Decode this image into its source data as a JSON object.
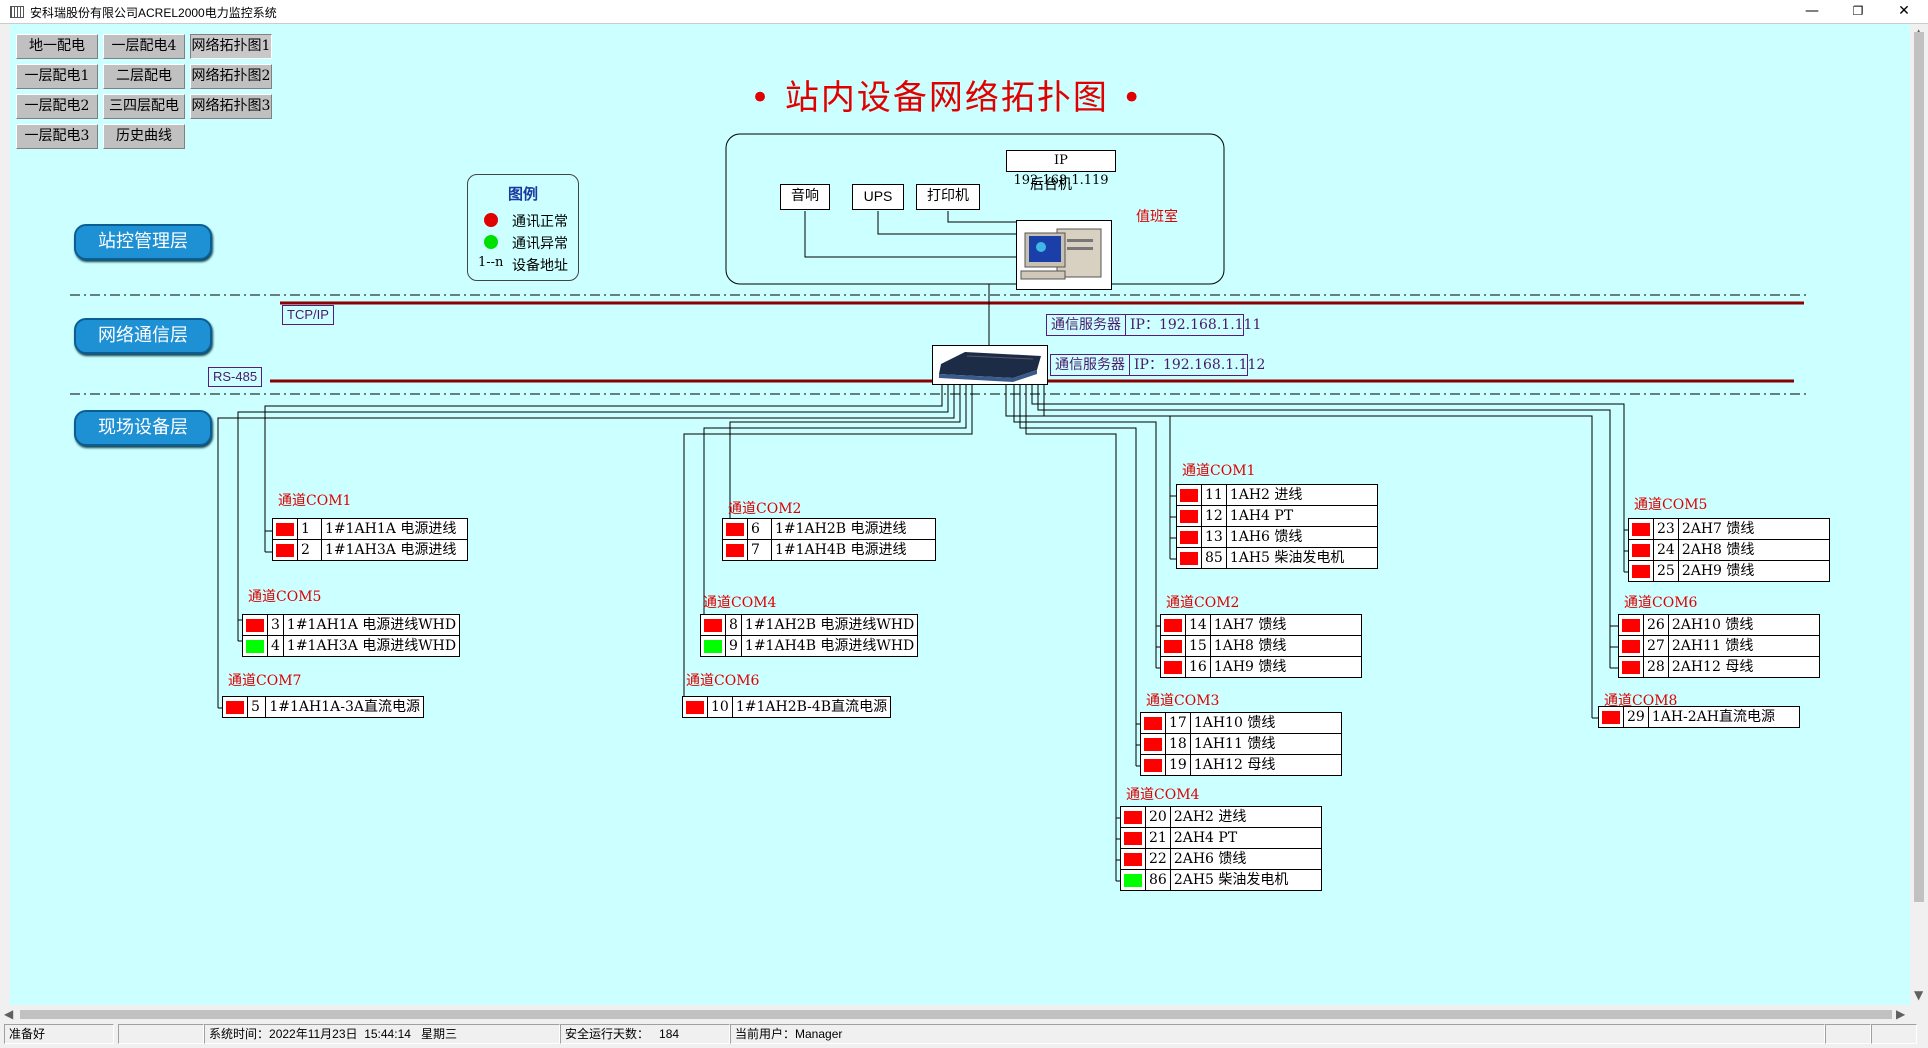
{
  "window": {
    "title": "安科瑞股份有限公司ACREL2000电力监控系统",
    "minimize": "—",
    "restore": "❐",
    "close": "✕"
  },
  "nav": [
    {
      "label": "地一配电",
      "active": false
    },
    {
      "label": "一层配电4",
      "active": false
    },
    {
      "label": "网络拓扑图1",
      "active": true
    },
    {
      "label": "一层配电1",
      "active": false
    },
    {
      "label": "二层配电",
      "active": false
    },
    {
      "label": "网络拓扑图2",
      "active": false
    },
    {
      "label": "一层配电2",
      "active": false
    },
    {
      "label": "三四层配电",
      "active": false
    },
    {
      "label": "网络拓扑图3",
      "active": false
    },
    {
      "label": "一层配电3",
      "active": false
    },
    {
      "label": "历史曲线",
      "active": false
    }
  ],
  "page_title": "• 站内设备网络拓扑图 •",
  "layers": {
    "station": "站控管理层",
    "network": "网络通信层",
    "field": "现场设备层"
  },
  "legend": {
    "title": "图例",
    "normal": "通讯正常",
    "abnormal": "通讯异常",
    "address_symbol": "1--n",
    "address": "设备地址"
  },
  "colors": {
    "normal": "#ff0000",
    "abnormal": "#00ff00",
    "bus": "#8b0000"
  },
  "control_room": {
    "speaker": "音响",
    "ups": "UPS",
    "printer": "打印机",
    "ip": "IP 192.168.1.119",
    "backend": "后台机",
    "duty_room": "值班室"
  },
  "protocols": {
    "tcpip": "TCP/IP",
    "rs485": "RS-485"
  },
  "servers": [
    {
      "name": "通信服务器",
      "ip": "IP：192.168.1.111"
    },
    {
      "name": "通信服务器",
      "ip": "IP：192.168.1.112"
    }
  ],
  "channels": [
    {
      "label": "通道COM1",
      "rows": [
        {
          "addr": "1",
          "name": "1#1AH1A 电源进线",
          "status": "normal"
        },
        {
          "addr": "2",
          "name": "1#1AH3A 电源进线",
          "status": "normal"
        }
      ]
    },
    {
      "label": "通道COM5",
      "rows": [
        {
          "addr": "3",
          "name": "1#1AH1A 电源进线WHD",
          "status": "normal"
        },
        {
          "addr": "4",
          "name": "1#1AH3A 电源进线WHD",
          "status": "abnormal"
        }
      ]
    },
    {
      "label": "通道COM7",
      "rows": [
        {
          "addr": "5",
          "name": "1#1AH1A-3A直流电源",
          "status": "normal"
        }
      ]
    },
    {
      "label": "通道COM2",
      "rows": [
        {
          "addr": "6",
          "name": "1#1AH2B 电源进线",
          "status": "normal"
        },
        {
          "addr": "7",
          "name": "1#1AH4B 电源进线",
          "status": "normal"
        }
      ]
    },
    {
      "label": "通道COM4",
      "rows": [
        {
          "addr": "8",
          "name": "1#1AH2B 电源进线WHD",
          "status": "normal"
        },
        {
          "addr": "9",
          "name": "1#1AH4B 电源进线WHD",
          "status": "abnormal"
        }
      ]
    },
    {
      "label": "通道COM6",
      "rows": [
        {
          "addr": "10",
          "name": "1#1AH2B-4B直流电源",
          "status": "normal"
        }
      ]
    },
    {
      "label": "通道COM1",
      "rows": [
        {
          "addr": "11",
          "name": "1AH2 进线",
          "status": "normal"
        },
        {
          "addr": "12",
          "name": "1AH4 PT",
          "status": "normal"
        },
        {
          "addr": "13",
          "name": "1AH6 馈线",
          "status": "normal"
        },
        {
          "addr": "85",
          "name": "1AH5 柴油发电机",
          "status": "normal"
        }
      ]
    },
    {
      "label": "通道COM2",
      "rows": [
        {
          "addr": "14",
          "name": "1AH7 馈线",
          "status": "normal"
        },
        {
          "addr": "15",
          "name": "1AH8 馈线",
          "status": "normal"
        },
        {
          "addr": "16",
          "name": "1AH9 馈线",
          "status": "normal"
        }
      ]
    },
    {
      "label": "通道COM3",
      "rows": [
        {
          "addr": "17",
          "name": "1AH10 馈线",
          "status": "normal"
        },
        {
          "addr": "18",
          "name": "1AH11 馈线",
          "status": "normal"
        },
        {
          "addr": "19",
          "name": "1AH12 母线",
          "status": "normal"
        }
      ]
    },
    {
      "label": "通道COM4",
      "rows": [
        {
          "addr": "20",
          "name": "2AH2 进线",
          "status": "normal"
        },
        {
          "addr": "21",
          "name": "2AH4 PT",
          "status": "normal"
        },
        {
          "addr": "22",
          "name": "2AH6 馈线",
          "status": "normal"
        },
        {
          "addr": "86",
          "name": "2AH5 柴油发电机",
          "status": "abnormal"
        }
      ]
    },
    {
      "label": "通道COM5",
      "rows": [
        {
          "addr": "23",
          "name": "2AH7 馈线",
          "status": "normal"
        },
        {
          "addr": "24",
          "name": "2AH8 馈线",
          "status": "normal"
        },
        {
          "addr": "25",
          "name": "2AH9 馈线",
          "status": "normal"
        }
      ]
    },
    {
      "label": "通道COM6",
      "rows": [
        {
          "addr": "26",
          "name": "2AH10 馈线",
          "status": "normal"
        },
        {
          "addr": "27",
          "name": "2AH11 馈线",
          "status": "normal"
        },
        {
          "addr": "28",
          "name": "2AH12 母线",
          "status": "normal"
        }
      ]
    },
    {
      "label": "通道COM8",
      "rows": [
        {
          "addr": "29",
          "name": "1AH-2AH直流电源",
          "status": "normal"
        }
      ]
    }
  ],
  "status": {
    "ready": "准备好",
    "system_time_label": "系统时间：",
    "system_time": "2022年11月23日",
    "clock": "15:44:14",
    "weekday": "星期三",
    "safe_days_label": "安全运行天数：",
    "safe_days": "184",
    "user_label": "当前用户：",
    "user": "Manager"
  }
}
